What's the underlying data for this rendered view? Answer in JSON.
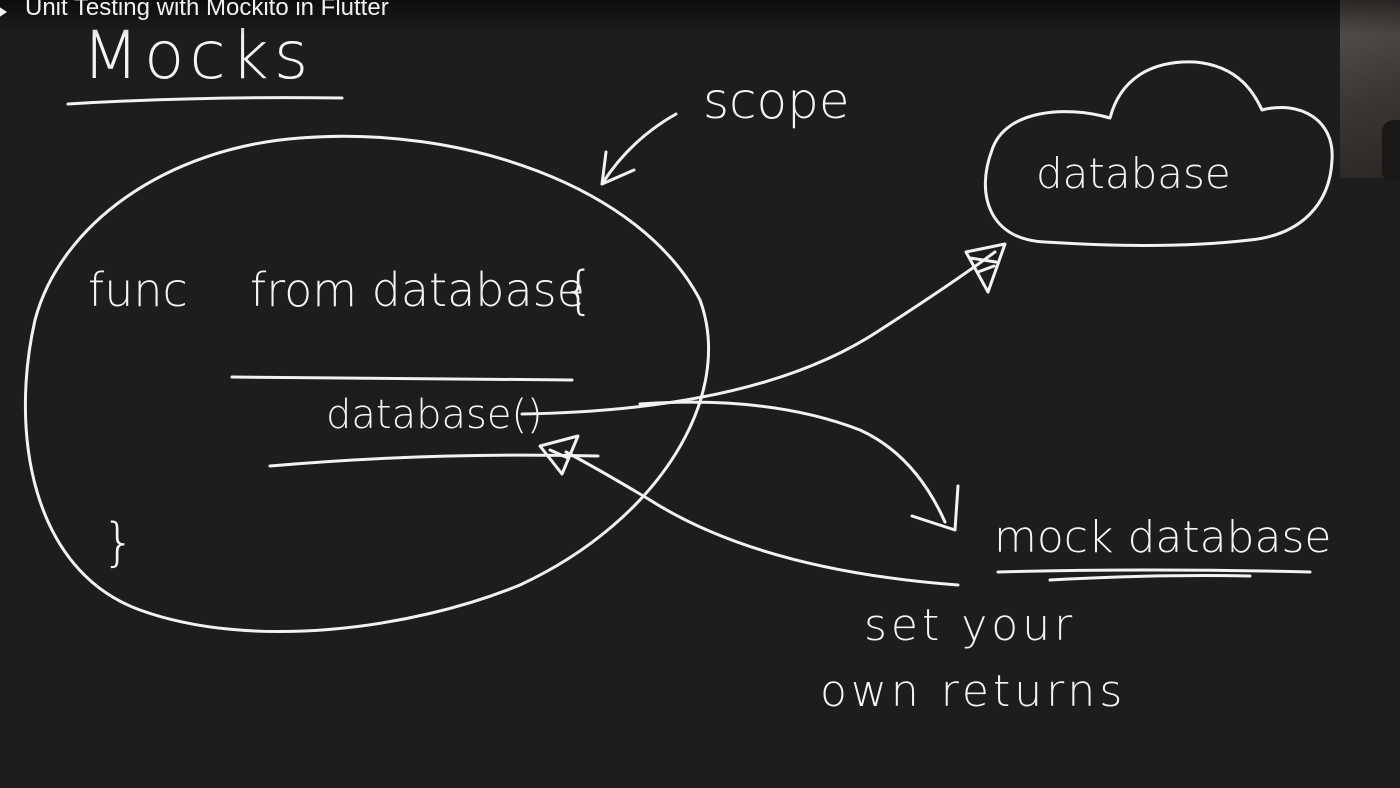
{
  "video": {
    "title": "Unit Testing with Mockito in Flutter"
  },
  "whiteboard": {
    "heading": "Mocks",
    "scope_label": "scope",
    "cloud_label": "database",
    "function_keyword": "func",
    "function_name": "from database",
    "open_brace": "{",
    "call_expression": "database()",
    "close_brace": "}",
    "mock_label": "mock database",
    "note_line1": "set your",
    "note_line2": "own returns"
  },
  "colors": {
    "background": "#1d1d1d",
    "chalk": "#f2f2f2",
    "title_text": "#f1f1f1"
  },
  "icons": [
    "play-icon"
  ]
}
